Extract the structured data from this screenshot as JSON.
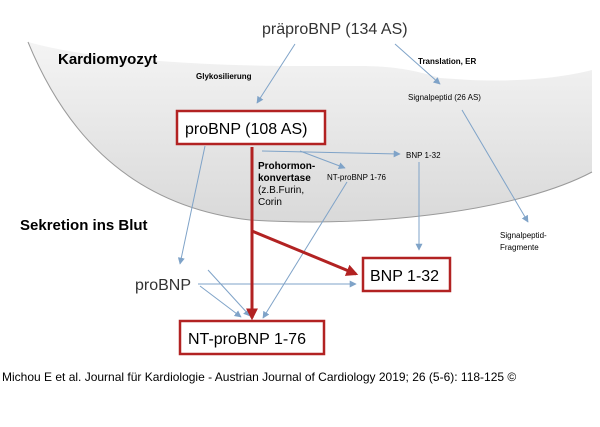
{
  "diagram": {
    "labels": {
      "prepro": "präproBNP (134 AS)",
      "cardio": "Kardiomyozyt",
      "glyko": "Glykosilierung",
      "translation": "Translation, ER",
      "signalpeptid": "Signalpeptid (26 AS)",
      "probnp_box": "proBNP (108 AS)",
      "prohormon_1": "Prohormon-",
      "prohormon_2": "konvertase",
      "prohormon_3": "(z.B.Furin,",
      "prohormon_4": "Corin",
      "nt_small": "NT-proBNP 1-76",
      "bnp_small": "BNP 1-32",
      "sekretion": "Sekretion ins Blut",
      "fragmente_1": "Signalpeptid-",
      "fragmente_2": "Fragmente",
      "probnp_blood": "proBNP",
      "bnp_box": "BNP 1-32",
      "nt_box": "NT-proBNP 1-76"
    },
    "colors": {
      "box_border": "#b22222",
      "red_arrow": "#b22222",
      "blue_arrow": "#7fa3c8",
      "cell_fill": "#e8e8e8"
    }
  },
  "citation": "Michou E et al. Journal für Kardiologie - Austrian Journal of Cardiology 2019; 26 (5-6): 118-125 ©"
}
